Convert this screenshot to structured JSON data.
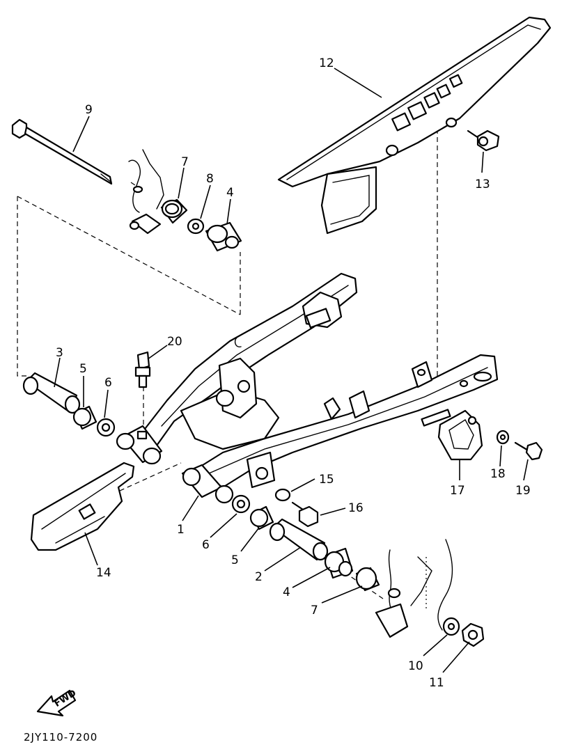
{
  "callouts": {
    "c1": "1",
    "c2": "2",
    "c3": "3",
    "c4a": "4",
    "c4b": "4",
    "c5a": "5",
    "c5b": "5",
    "c6a": "6",
    "c6b": "6",
    "c7a": "7",
    "c7b": "7",
    "c8": "8",
    "c9": "9",
    "c10": "10",
    "c11": "11",
    "c12": "12",
    "c13": "13",
    "c14": "14",
    "c15": "15",
    "c16": "16",
    "c17": "17",
    "c18": "18",
    "c19": "19",
    "c20": "20"
  },
  "fwd_label": "FWD",
  "diagram_code": "2JY110-7200",
  "icons": {
    "direction": "fwd-arrow-icon"
  }
}
